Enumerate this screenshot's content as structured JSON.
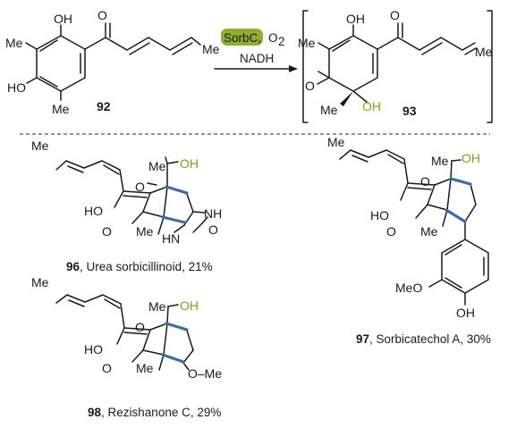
{
  "reaction": {
    "start_number": "92",
    "enzyme": "SorbC,",
    "oxidant": "O",
    "oxidant_subscript": "2",
    "cofactor": "NADH",
    "product_number": "93",
    "highlight_color": "#8fae2f"
  },
  "atoms": {
    "me": "Me",
    "oh": "OH",
    "ho": "HO",
    "o": "O",
    "nh": "NH",
    "hn": "HN",
    "meo": "MeO",
    "ome": "O–Me"
  },
  "compounds": [
    {
      "number": "96",
      "caption": ", Urea sorbicillinoid, 21%"
    },
    {
      "number": "97",
      "caption": ", Sorbicatechol A, 30%"
    },
    {
      "number": "98",
      "caption": ", Rezishanone C, 29%"
    }
  ],
  "colors": {
    "bond": "#1a1a1a",
    "highlight_bond": "#3a6ea5",
    "hydroxyl_label": "#8c9a1e",
    "enzyme_box": "#8fae2f"
  }
}
